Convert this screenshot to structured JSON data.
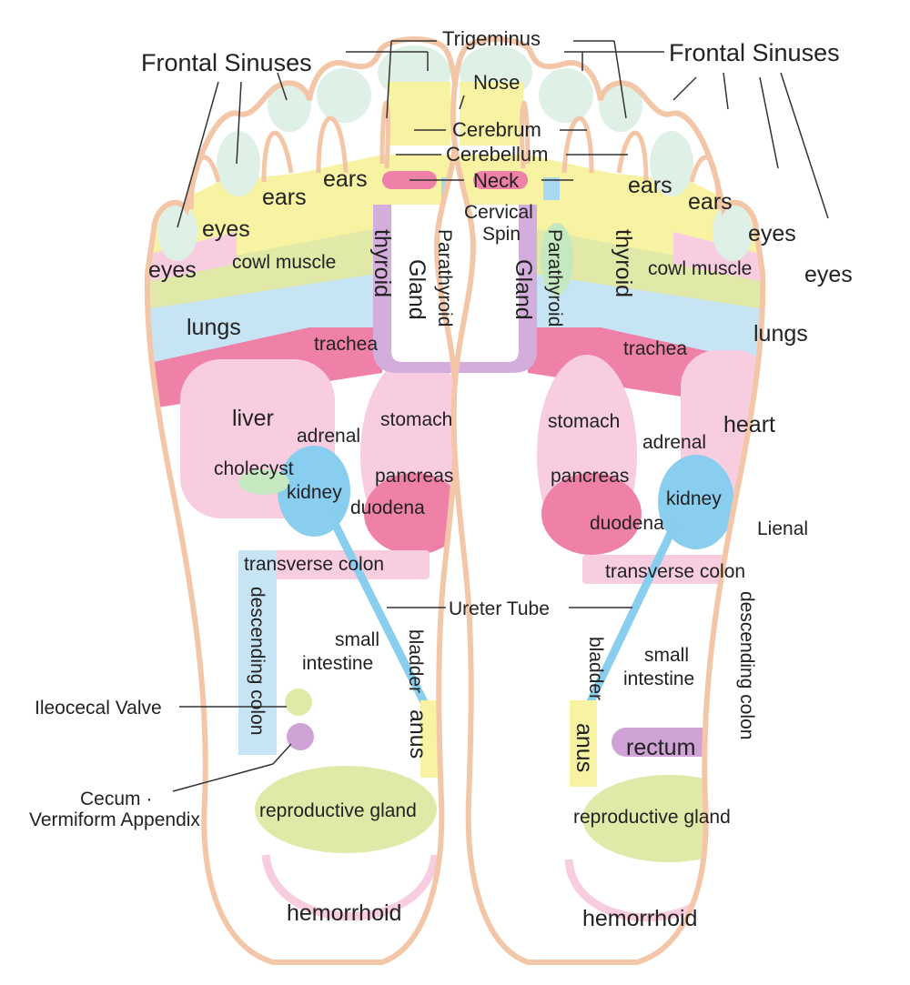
{
  "labels": {
    "frontal_sinuses": "Frontal Sinuses",
    "trigeminus": "Trigeminus",
    "nose": "Nose",
    "cerebrum": "Cerebrum",
    "cerebellum": "Cerebellum",
    "neck": "Neck",
    "cervical": "Cervical",
    "spin": "Spin",
    "ears": "ears",
    "eyes": "eyes",
    "cowl_muscle": "cowl muscle",
    "thyroid": "thyroid",
    "parathyroid": "Parathyroid",
    "gland": "Gland",
    "lungs": "lungs",
    "trachea": "trachea",
    "liver": "liver",
    "heart": "heart",
    "adrenal": "adrenal",
    "stomach": "stomach",
    "cholecyst": "cholecyst",
    "kidney": "kidney",
    "pancreas": "pancreas",
    "duodena": "duodena",
    "lienal": "Lienal",
    "transverse_colon": "transverse colon",
    "descending_colon": "descending colon",
    "ureter_tube": "Ureter Tube",
    "small": "small",
    "intestine": "intestine",
    "bladder": "bladder",
    "anus": "anus",
    "rectum": "rectum",
    "ileocecal_valve": "Ileocecal Valve",
    "cecum": "Cecum ·",
    "vermiform_appendix": "Vermiform Appendix",
    "reproductive_gland": "reproductive gland",
    "hemorrhoid": "hemorrhoid"
  },
  "colors": {
    "outline": "#f4c6a8",
    "toe_tip": "#dff0e6",
    "yellow": "#f7f3a3",
    "pink_light": "#f8cde0",
    "pink_hot": "#ef80a8",
    "lavender": "#d3aedd",
    "green": "#c6e8c0",
    "olive": "#e0e9a8",
    "blue": "#c7e4f5",
    "blue_mid": "#89cdef",
    "purple": "#cfa3d6",
    "cervical_blue": "#a9d9f1"
  }
}
